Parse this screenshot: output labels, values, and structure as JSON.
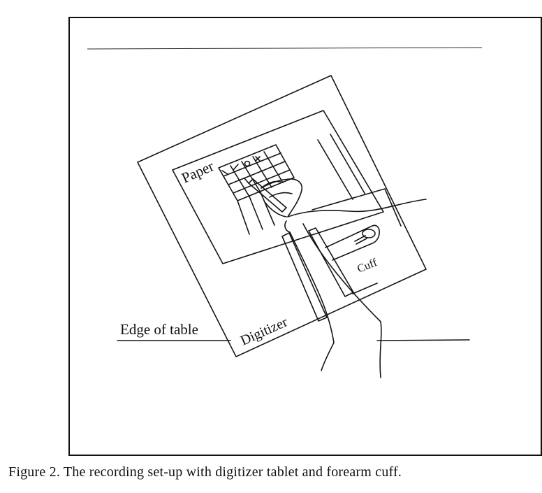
{
  "figure": {
    "labels": {
      "paper": "Paper",
      "digitizer": "Digitizer",
      "cuff": "Cuff",
      "edge_of_table": "Edge of table"
    },
    "caption": "Figure 2. The recording set-up with digitizer tablet and forearm cuff."
  }
}
